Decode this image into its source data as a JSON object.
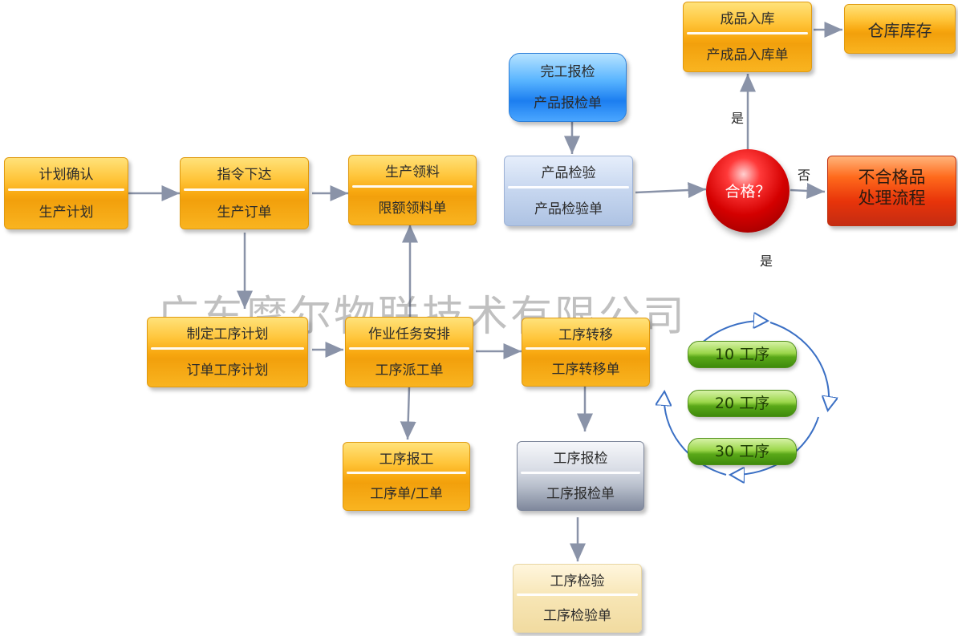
{
  "watermark": "广东摩尔物联技术有限公司",
  "nodes": {
    "plan_confirm": {
      "title": "计划确认",
      "doc": "生产计划"
    },
    "instruction": {
      "title": "指令下达",
      "doc": "生产订单"
    },
    "material": {
      "title": "生产领料",
      "doc": "限额领料单"
    },
    "report_done": {
      "title": "完工报检",
      "doc": "产品报检单"
    },
    "product_check": {
      "title": "产品检验",
      "doc": "产品检验单"
    },
    "qualified": {
      "title": "合格？"
    },
    "unqualified": {
      "title_line1": "不合格品",
      "title_line2": "处理流程"
    },
    "warehouse_in": {
      "title": "成品入库",
      "doc": "产成品入库单"
    },
    "inventory": {
      "title": "仓库库存"
    },
    "op_plan": {
      "title": "制定工序计划",
      "doc": "订单工序计划"
    },
    "task_assign": {
      "title": "作业任务安排",
      "doc": "工序派工单"
    },
    "op_transfer": {
      "title": "工序转移",
      "doc": "工序转移单"
    },
    "op_report": {
      "title": "工序报工",
      "doc": "工序单/工单"
    },
    "op_inspect_rpt": {
      "title": "工序报检",
      "doc": "工序报检单"
    },
    "op_inspect": {
      "title": "工序检验",
      "doc": "工序检验单"
    }
  },
  "cycle": [
    "10 工序",
    "20 工序",
    "30 工序"
  ],
  "edge_labels": {
    "yes_up": "是",
    "yes_down": "是",
    "no": "否"
  }
}
